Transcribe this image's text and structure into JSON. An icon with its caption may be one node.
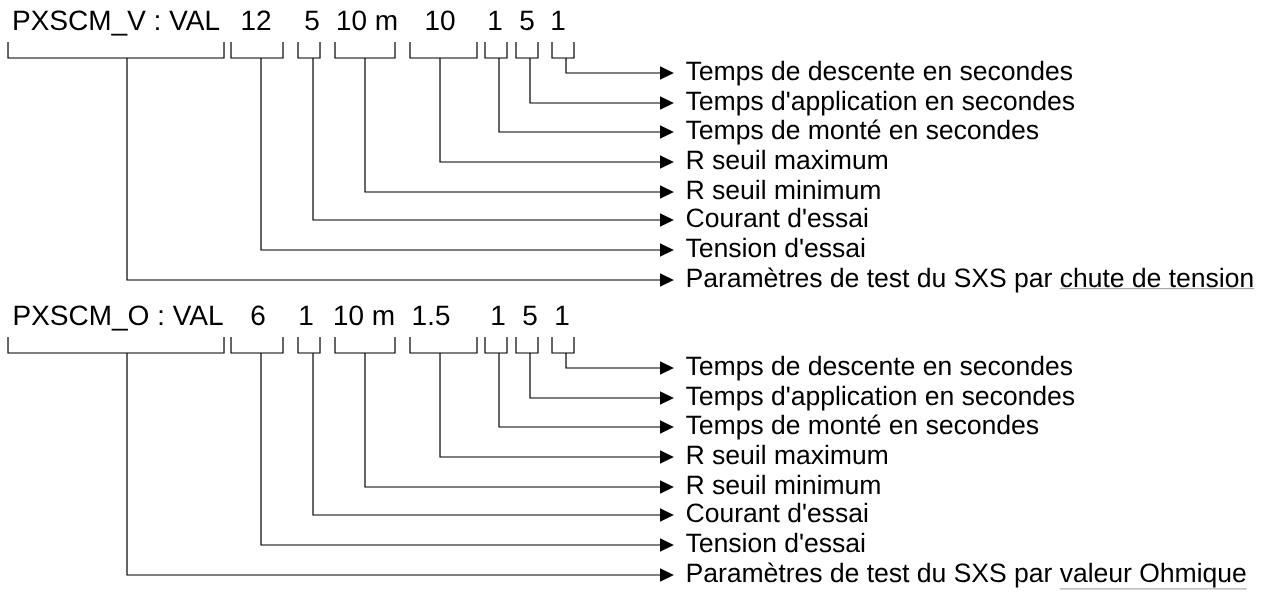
{
  "diagram": {
    "nodes": [
      {
        "text": [
          "PXSCM_V : VAL"
        ]
      },
      {
        "text": [
          "12"
        ]
      },
      {
        "text": [
          "5"
        ]
      },
      {
        "text": [
          "10 m"
        ]
      },
      {
        "text": [
          "10"
        ]
      },
      {
        "text": [
          "1"
        ]
      },
      {
        "text": [
          "5"
        ]
      },
      {
        "text": [
          "1"
        ]
      },
      {
        "text": [
          "Temps de descente en secondes"
        ]
      },
      {
        "text": [
          "Temps d'application en secondes"
        ]
      },
      {
        "text": [
          "Temps de monté en secondes"
        ]
      },
      {
        "text": [
          "R seuil maximum"
        ]
      },
      {
        "text": [
          "R seuil minimum"
        ]
      },
      {
        "text": [
          "Courant d'essai"
        ]
      },
      {
        "text": [
          "Tension d'essai"
        ]
      },
      {
        "text": [
          "Paramètres de test du SXS par",
          "chute de tension"
        ]
      },
      {
        "text": [
          "PXSCM_O : VAL"
        ]
      },
      {
        "text": [
          "6"
        ]
      },
      {
        "text": [
          "1"
        ]
      },
      {
        "text": [
          "10 m"
        ]
      },
      {
        "text": [
          "1.5"
        ]
      },
      {
        "text": [
          "1"
        ]
      },
      {
        "text": [
          "5"
        ]
      },
      {
        "text": [
          "1"
        ]
      },
      {
        "text": [
          "Temps de descente en secondes"
        ]
      },
      {
        "text": [
          "Temps d'application en secondes"
        ]
      },
      {
        "text": [
          "Temps de monté en secondes"
        ]
      },
      {
        "text": [
          "R seuil maximum"
        ]
      },
      {
        "text": [
          "R seuil minimum"
        ]
      },
      {
        "text": [
          "Courant d'essai"
        ]
      },
      {
        "text": [
          "Tension d'essai"
        ]
      },
      {
        "text": [
          "Paramètres de test du SXS par",
          "valeur Ohmique"
        ]
      }
    ],
    "edges": [
      {
        "from": 7,
        "to": 8,
        "arrow": "to"
      },
      {
        "from": 6,
        "to": 9,
        "arrow": "to"
      },
      {
        "from": 5,
        "to": 10,
        "arrow": "to"
      },
      {
        "from": 4,
        "to": 11,
        "arrow": "to"
      },
      {
        "from": 3,
        "to": 12,
        "arrow": "to"
      },
      {
        "from": 2,
        "to": 13,
        "arrow": "to"
      },
      {
        "from": 1,
        "to": 14,
        "arrow": "to"
      },
      {
        "from": 0,
        "to": 15,
        "arrow": "to"
      },
      {
        "from": 23,
        "to": 24,
        "arrow": "to"
      },
      {
        "from": 22,
        "to": 25,
        "arrow": "to"
      },
      {
        "from": 21,
        "to": 26,
        "arrow": "to"
      },
      {
        "from": 20,
        "to": 27,
        "arrow": "to"
      },
      {
        "from": 19,
        "to": 28,
        "arrow": "to"
      },
      {
        "from": 18,
        "to": 29,
        "arrow": "to"
      },
      {
        "from": 17,
        "to": 30,
        "arrow": "to"
      },
      {
        "from": 16,
        "to": 31,
        "arrow": "to"
      }
    ]
  }
}
